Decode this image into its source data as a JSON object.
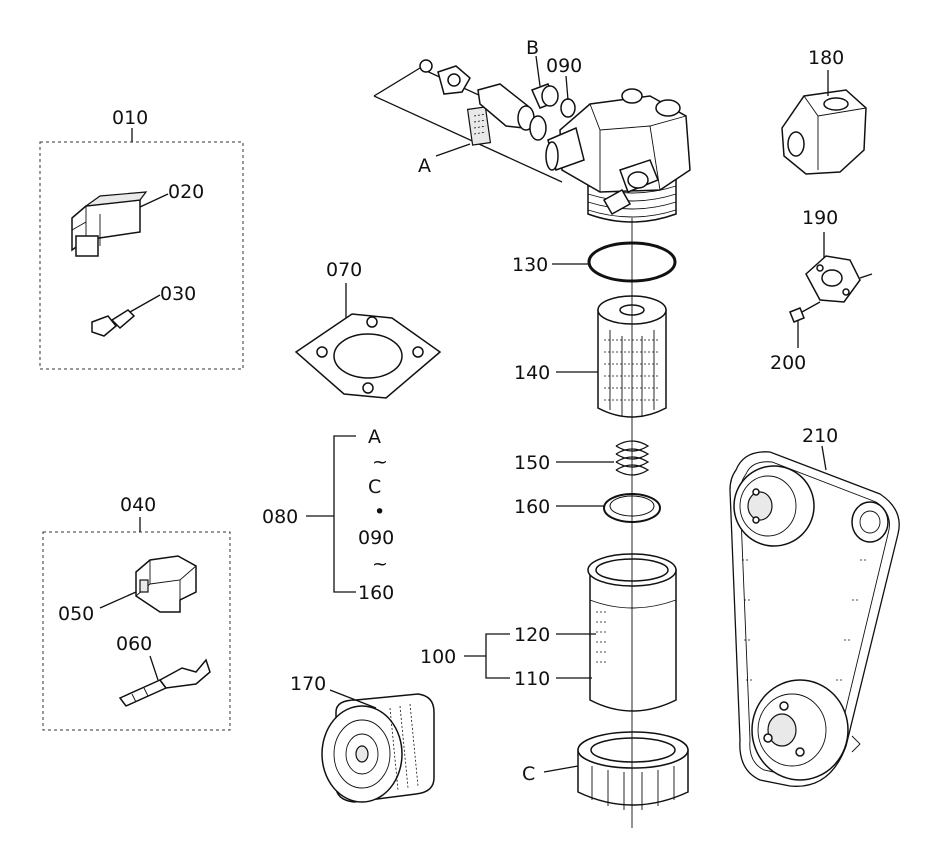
{
  "parts": {
    "p010": "010",
    "p020": "020",
    "p030": "030",
    "p040": "040",
    "p050": "050",
    "p060": "060",
    "p070": "070",
    "p080": "080",
    "p090": "090",
    "p100": "100",
    "p110": "110",
    "p120": "120",
    "p130": "130",
    "p140": "140",
    "p150": "150",
    "p160": "160",
    "p170": "170",
    "p180": "180",
    "p190": "190",
    "p200": "200",
    "p210": "210"
  },
  "refs": {
    "a": "A",
    "b": "B",
    "c": "C"
  },
  "kit080": {
    "line1": "A",
    "line2": "~",
    "line3": "C",
    "line4": "•",
    "line5": "090",
    "line6": "~",
    "line7": "160"
  }
}
